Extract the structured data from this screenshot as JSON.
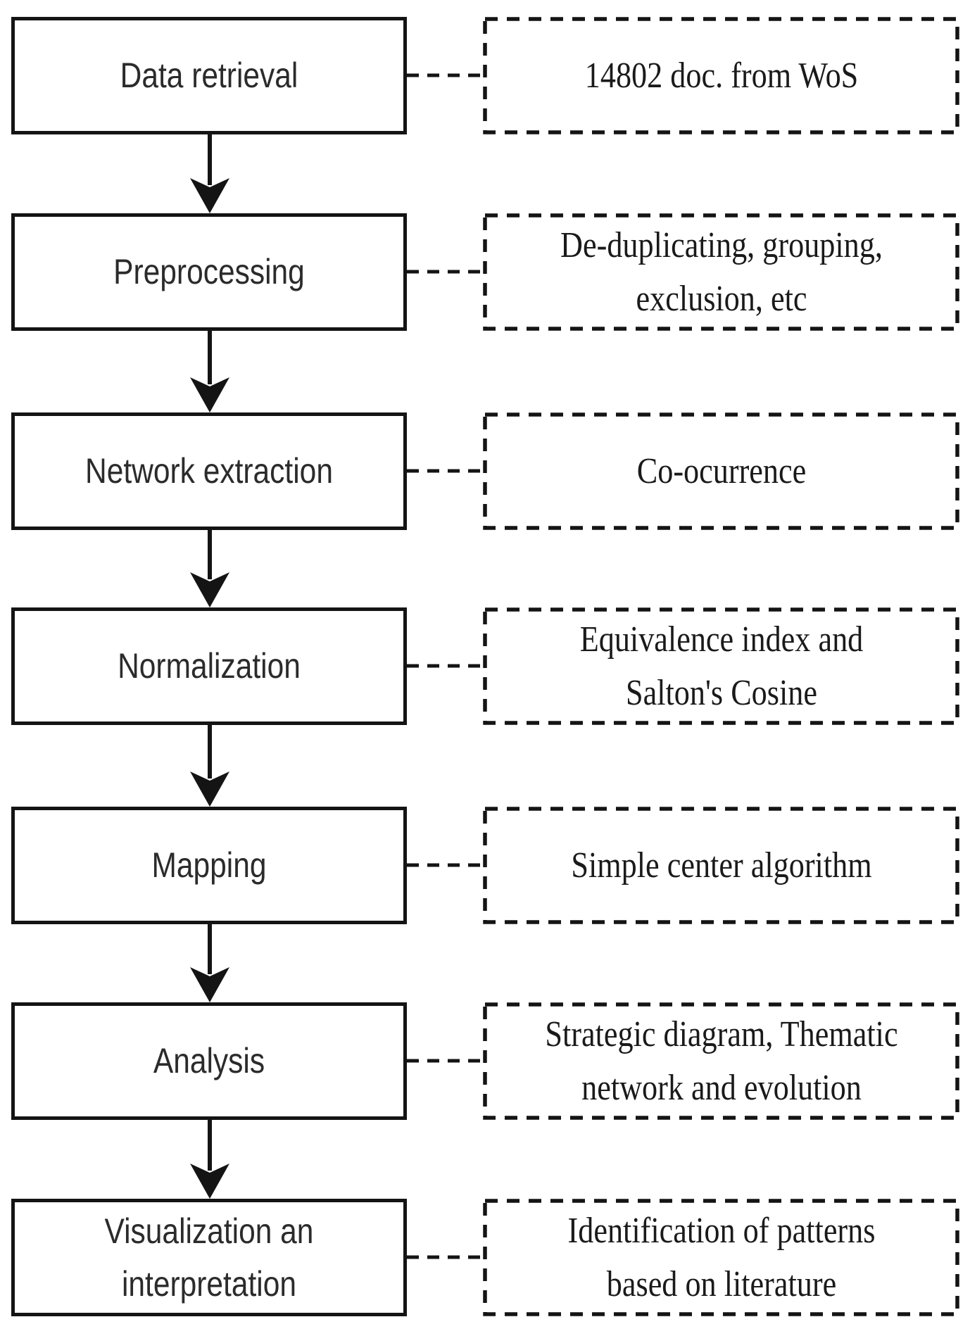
{
  "figure": {
    "background": "#ffffff",
    "line_color": "#141414",
    "steps": [
      {
        "label": "Data retrieval",
        "note": "14802 doc. from WoS"
      },
      {
        "label": "Preprocessing",
        "note": "De-duplicating, grouping,\nexclusion, etc"
      },
      {
        "label": "Network extraction",
        "note": "Co-ocurrence"
      },
      {
        "label": "Normalization",
        "note": "Equivalence index and\nSalton's Cosine"
      },
      {
        "label": "Mapping",
        "note": "Simple center algorithm"
      },
      {
        "label": "Analysis",
        "note": "Strategic diagram, Thematic\nnetwork and evolution"
      },
      {
        "label": "Visualization an\ninterpretation",
        "note": "Identification of patterns\nbased on literature"
      }
    ]
  }
}
